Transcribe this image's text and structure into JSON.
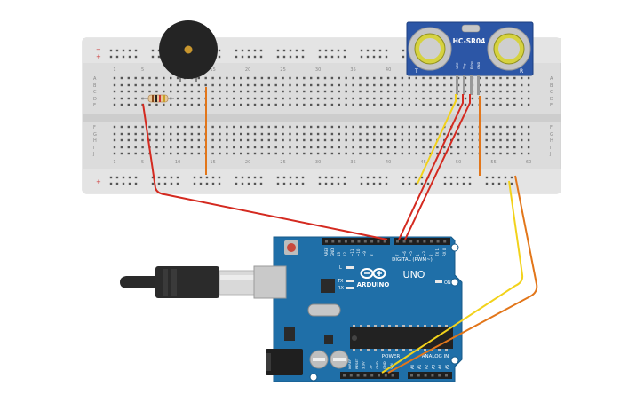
{
  "breadboard": {
    "col_numbers": [
      "1",
      "5",
      "10",
      "15",
      "20",
      "25",
      "30",
      "35",
      "40",
      "45",
      "50",
      "55",
      "60"
    ],
    "row_letters_top": [
      "A",
      "B",
      "C",
      "D",
      "E"
    ],
    "row_letters_bottom": [
      "F",
      "G",
      "H",
      "I",
      "J"
    ]
  },
  "sensor": {
    "model": "HC-SR04",
    "pins": [
      "VCC",
      "Trig",
      "Echo",
      "GND"
    ],
    "left_mark": "T",
    "right_mark": "R"
  },
  "arduino": {
    "brand": "ARDUINO",
    "model": "UNO",
    "digital_label": "DIGITAL (PWM~)",
    "power_label": "POWER",
    "analog_label": "ANALOG IN",
    "on_label": "ON",
    "tx_label": "TX",
    "rx_label": "RX",
    "l_label": "L",
    "power_pins": [
      "IOREF",
      "RESET",
      "3.3V",
      "5V",
      "GND",
      "GND",
      "VIN"
    ],
    "analog_pins": [
      "A0",
      "A1",
      "A2",
      "A3",
      "A4",
      "A5"
    ],
    "digital_pins": [
      "AREF",
      "GND",
      "13",
      "12",
      "~11",
      "~10",
      "~9",
      "8",
      "7",
      "~6",
      "~5",
      "4",
      "~3",
      "2",
      "TX 1",
      "RX 0"
    ]
  },
  "colors": {
    "board_blue": "#1f6fa8",
    "breadboard": "#dedede",
    "wire_red": "#d42a20",
    "wire_yellow": "#f2d21b",
    "wire_orange": "#e2761a"
  }
}
